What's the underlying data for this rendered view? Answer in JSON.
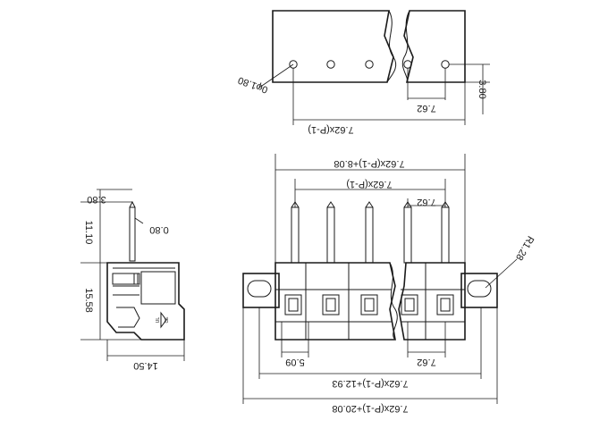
{
  "dimensions": {
    "top_pitch": "7.62",
    "top_height": "3.80",
    "top_hole_diameter": "0φ1.80",
    "top_total": "7.62x(P-1)",
    "front_total_outer": "7.62x(P-1)+8.08",
    "front_pin_span": "7.62x(P-1)",
    "front_pitch_top": "7.62",
    "front_radius": "R1.28",
    "front_offset": "5.09",
    "front_pitch_bottom": "7.62",
    "front_span_1293": "7.62x(P-1)+12.93",
    "front_span_2008": "7.62x(P-1)+20.08",
    "side_top": "3.80",
    "side_pin_height": "11.10",
    "side_pin_dia": "0.80",
    "side_body_height": "15.58",
    "side_width": "14.50"
  },
  "label_marks": [
    "UL",
    "CE"
  ]
}
